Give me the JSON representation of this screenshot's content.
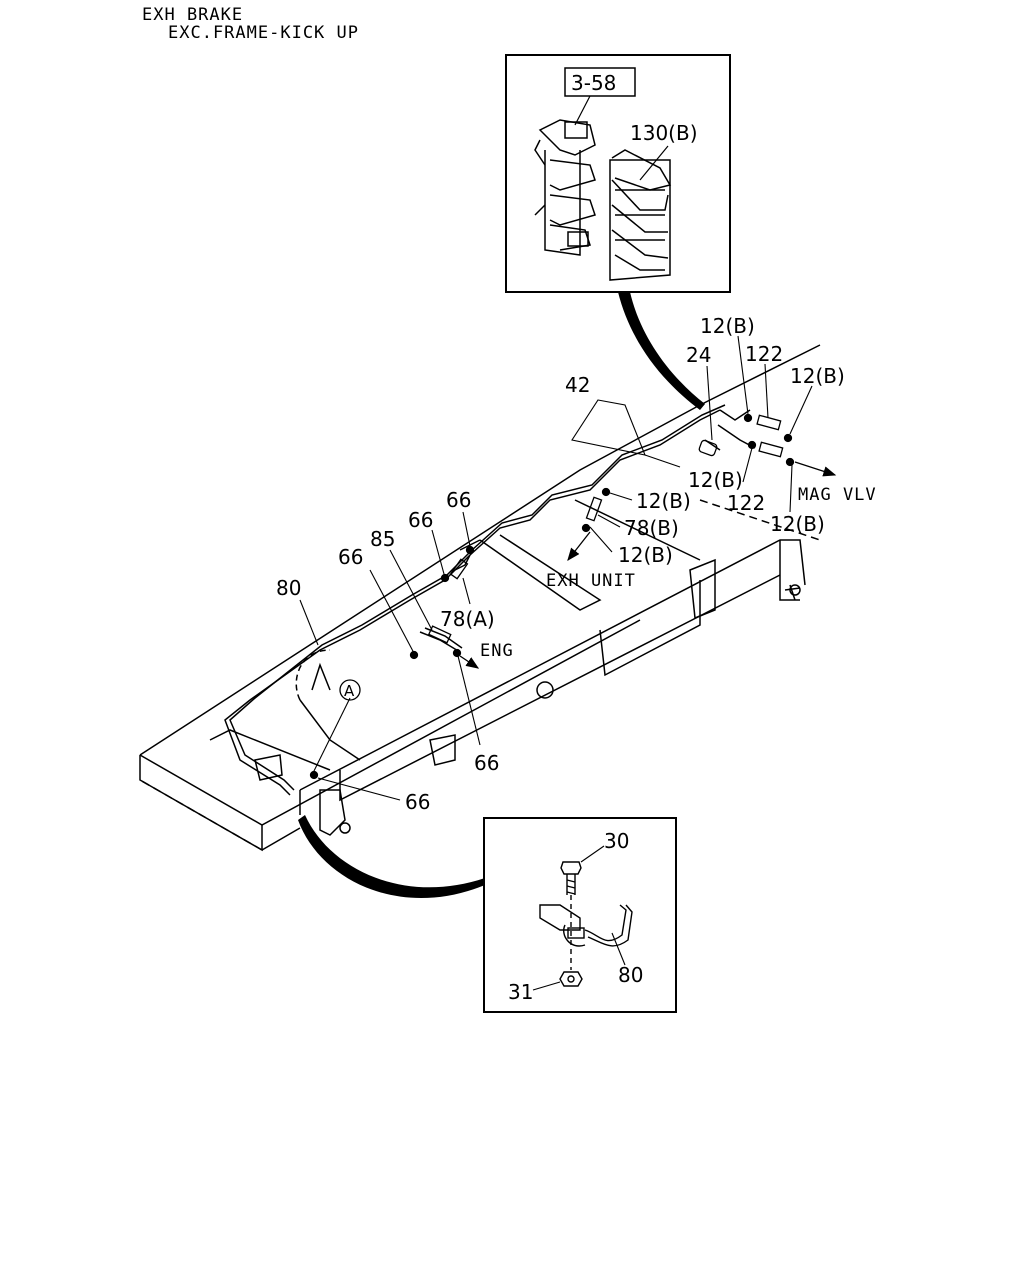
{
  "header": {
    "title": "EXH BRAKE",
    "subtitle": "EXC.FRAME-KICK UP"
  },
  "inset_top": {
    "ref_box": "3-58",
    "part_label": "130(B)"
  },
  "inset_bottom": {
    "labels": [
      "30",
      "80",
      "31"
    ]
  },
  "callouts": {
    "p12b_1": "12(B)",
    "p24": "24",
    "p122_1": "122",
    "p12b_2": "12(B)",
    "p42": "42",
    "p12b_3": "12(B)",
    "mag_vlv": "MAG VLV",
    "p12b_4": "12(B)",
    "p122_2": "122",
    "p78b": "78(B)",
    "p12b_5": "12(B)",
    "p12b_6": "12(B)",
    "exh_unit": "EXH UNIT",
    "p66_1": "66",
    "p66_2": "66",
    "p85": "85",
    "p66_3": "66",
    "p80": "80",
    "p78a": "78(A)",
    "eng": "ENG",
    "circle_a": "A",
    "p66_4": "66",
    "p66_5": "66"
  }
}
